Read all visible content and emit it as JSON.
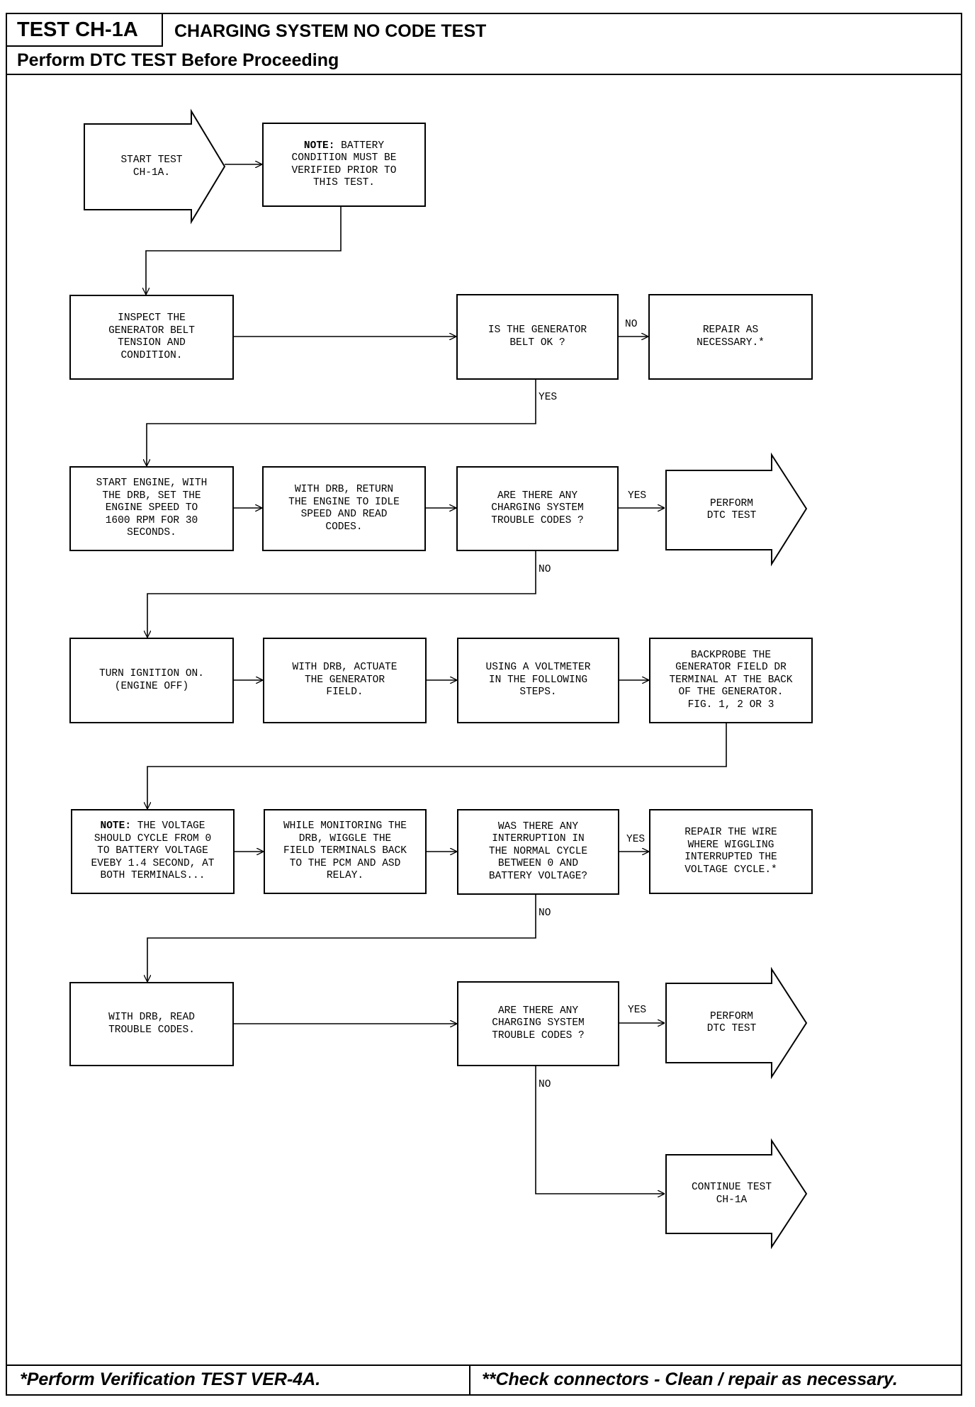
{
  "header": {
    "test_id": "TEST CH-1A",
    "title": "CHARGING SYSTEM NO CODE TEST",
    "subtitle": "Perform DTC TEST Before Proceeding"
  },
  "steps": {
    "start": "START TEST\nCH-1A.",
    "note_battery_label": "NOTE:",
    "note_battery": " BATTERY\nCONDITION MUST BE\nVERIFIED PRIOR TO\nTHIS TEST.",
    "inspect_belt": "INSPECT THE\nGENERATOR BELT\nTENSION AND\nCONDITION.",
    "belt_ok": "IS THE GENERATOR\nBELT OK ?",
    "repair_belt": "REPAIR AS\nNECESSARY.*",
    "start_engine": "START ENGINE, WITH\nTHE DRB, SET THE\nENGINE SPEED TO\n1600 RPM FOR 30\nSECONDS.",
    "return_idle": "WITH DRB, RETURN\nTHE ENGINE TO IDLE\nSPEED AND READ\nCODES.",
    "codes_q1": "ARE THERE ANY\nCHARGING SYSTEM\nTROUBLE CODES ?",
    "perform_dtc_1": "PERFORM\nDTC TEST",
    "ignition_on": "TURN IGNITION ON.\n(ENGINE OFF)",
    "actuate_field": "WITH DRB, ACTUATE\nTHE GENERATOR\nFIELD.",
    "voltmeter": "USING A VOLTMETER\nIN THE FOLLOWING\nSTEPS.",
    "backprobe": "BACKPROBE THE\nGENERATOR FIELD DR\nTERMINAL AT THE BACK\nOF THE GENERATOR.\nFIG. 1, 2 OR 3",
    "note_voltage_label": "NOTE:",
    "note_voltage": " THE VOLTAGE\nSHOULD CYCLE FROM 0\nTO BATTERY VOLTAGE\nEVEBY 1.4 SECOND, AT\nBOTH TERMINALS...",
    "wiggle": "WHILE MONITORING THE\nDRB, WIGGLE THE\nFIELD TERMINALS BACK\nTO THE PCM AND ASD\nRELAY.",
    "interruption_q": "WAS THERE ANY\nINTERRUPTION IN\nTHE NORMAL CYCLE\nBETWEEN 0 AND\nBATTERY VOLTAGE?",
    "repair_wire": "REPAIR THE WIRE\nWHERE WIGGLING\nINTERRUPTED THE\nVOLTAGE CYCLE.*",
    "read_codes": "WITH DRB, READ\nTROUBLE CODES.",
    "codes_q2": "ARE THERE ANY\nCHARGING SYSTEM\nTROUBLE CODES ?",
    "perform_dtc_2": "PERFORM\nDTC TEST",
    "continue": "CONTINUE TEST\nCH-1A"
  },
  "branch_labels": {
    "belt_no": "NO",
    "belt_yes": "YES",
    "codes1_yes": "YES",
    "codes1_no": "NO",
    "interrupt_yes": "YES",
    "interrupt_no": "NO",
    "codes2_yes": "YES",
    "codes2_no": "NO"
  },
  "footer": {
    "left": "*Perform Verification TEST VER-4A.",
    "right": "**Check connectors - Clean / repair as necessary."
  }
}
